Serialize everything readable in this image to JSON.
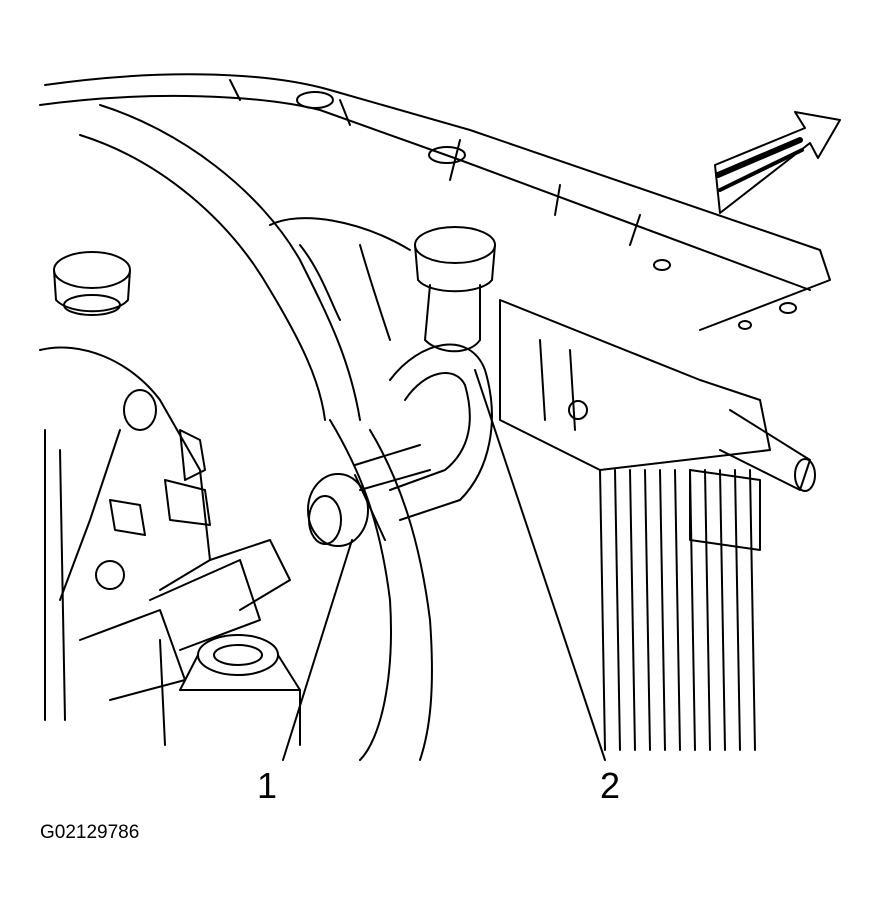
{
  "callouts": [
    {
      "label": "1"
    },
    {
      "label": "2"
    }
  ],
  "figure_id": "G02129786"
}
